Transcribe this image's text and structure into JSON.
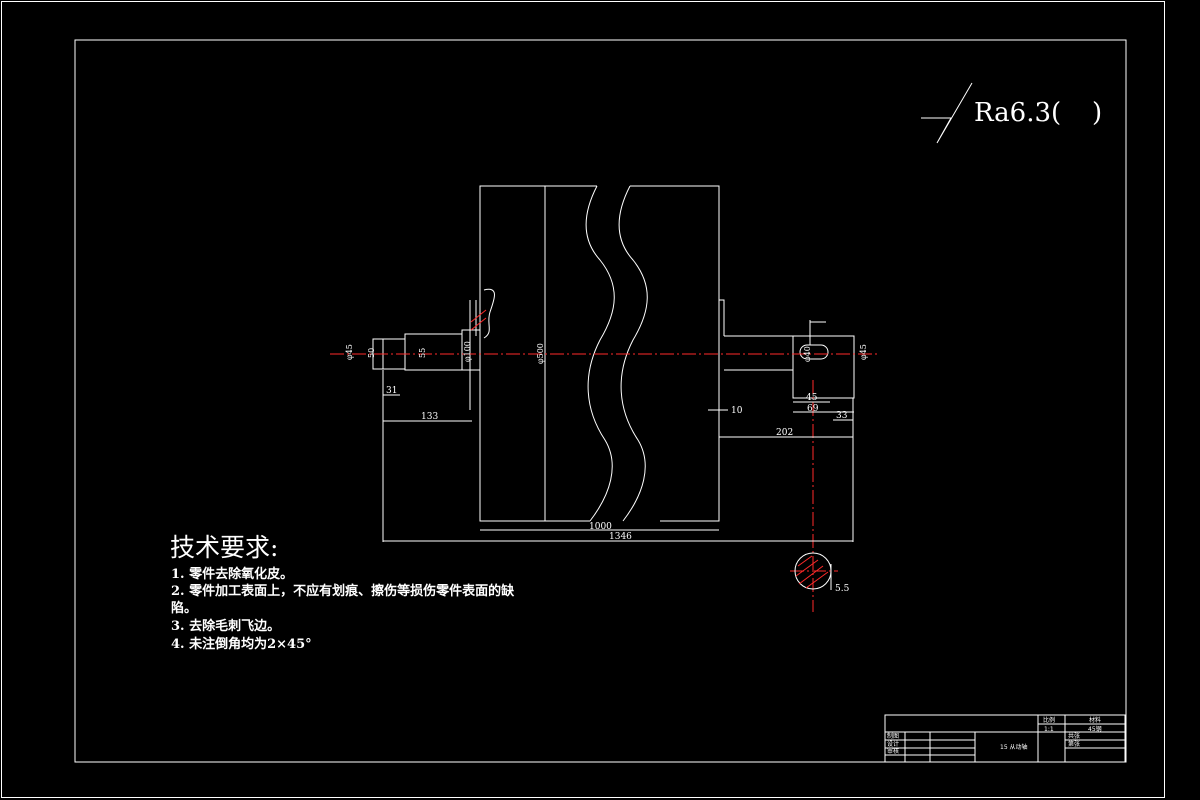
{
  "surface_finish": {
    "label": "Ra6.3(",
    "close": ")"
  },
  "tech_requirements": {
    "title": "技术要求:",
    "items": [
      "1. 零件去除氧化皮。",
      "2. 零件加工表面上，不应有划痕、擦伤等损伤零件表面的缺",
      "陷。",
      "3. 去除毛刺飞边。",
      "4. 未注倒角均为2×45°"
    ]
  },
  "dimensions": {
    "d45_left": "φ45",
    "d50": "50",
    "d55": "55",
    "d100": "φ100",
    "d500": "φ500",
    "d45_right": "φ45",
    "d40": "φ40",
    "l31": "31",
    "l133": "133",
    "l10": "10",
    "l45": "45",
    "l69": "69",
    "l33": "33",
    "l202": "202",
    "l1000": "1000",
    "l1346": "1346",
    "keyway": "5.5"
  },
  "title_block": {
    "scale_label": "比例",
    "material_label": "材料",
    "scale_value": "1:1",
    "material_value": "45钢",
    "drawn": "制图",
    "design": "设计",
    "review": "审核",
    "part_name": "15 从动轴",
    "count": "共张",
    "sheet": "第张"
  },
  "colors": {
    "background": "#000000",
    "line": "#ffffff",
    "centerline": "#ff2a2a"
  }
}
